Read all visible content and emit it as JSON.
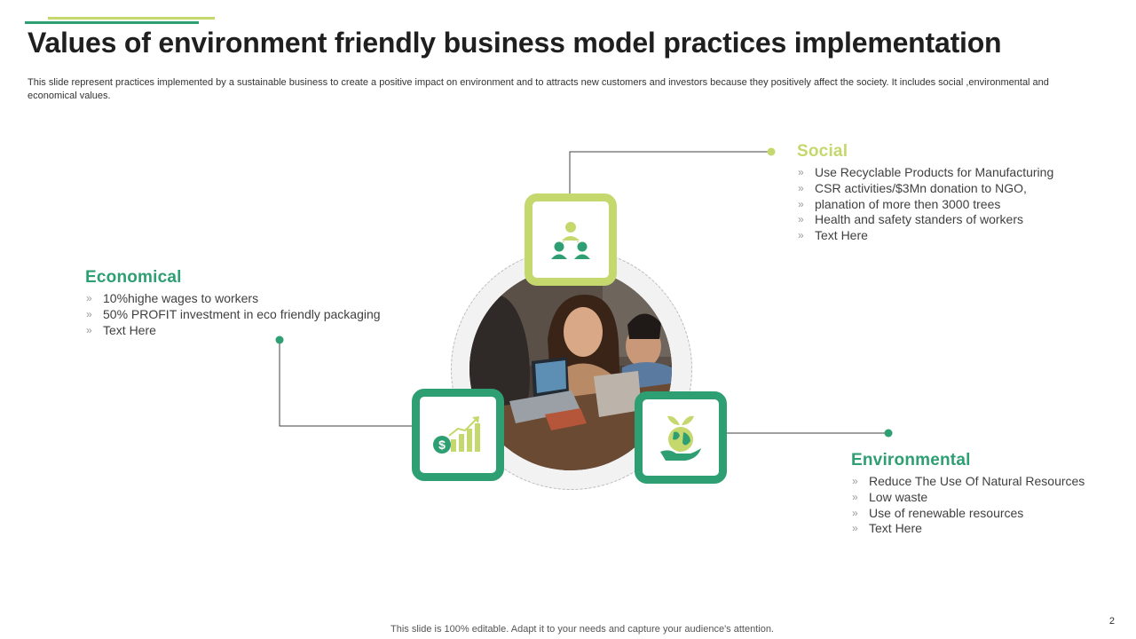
{
  "slide": {
    "title": "Values of environment friendly business model practices implementation",
    "subtitle": "This slide represent practices implemented by a sustainable business to create a positive impact on environment and to attracts  new customers and  investors because they positively affect the society. It includes social ,environmental and economical values.",
    "footer": "This slide is 100% editable. Adapt it to your needs and capture your audience's attention.",
    "page_number": "2"
  },
  "colors": {
    "primary_green": "#2e9e73",
    "lime": "#c5d86d",
    "title": "#1f1f1f"
  },
  "sections": {
    "economical": {
      "heading": "Economical",
      "items": [
        "10%highe wages to workers",
        "50% PROFIT investment in eco friendly packaging",
        "Text Here"
      ]
    },
    "social": {
      "heading": "Social",
      "items": [
        "Use Recyclable Products  for Manufacturing",
        "CSR activities/$3Mn donation to NGO,",
        "planation of more then 3000 trees",
        "Health and safety standers of workers",
        "Text Here"
      ]
    },
    "environmental": {
      "heading": "Environmental",
      "items": [
        "Reduce The Use Of Natural Resources",
        "Low waste",
        "Use of renewable resources",
        "Text Here"
      ]
    }
  },
  "icons": {
    "social": "team-icon",
    "economical": "growth-chart-dollar-icon",
    "environmental": "globe-in-hand-icon",
    "center": "team-meeting-photo"
  }
}
